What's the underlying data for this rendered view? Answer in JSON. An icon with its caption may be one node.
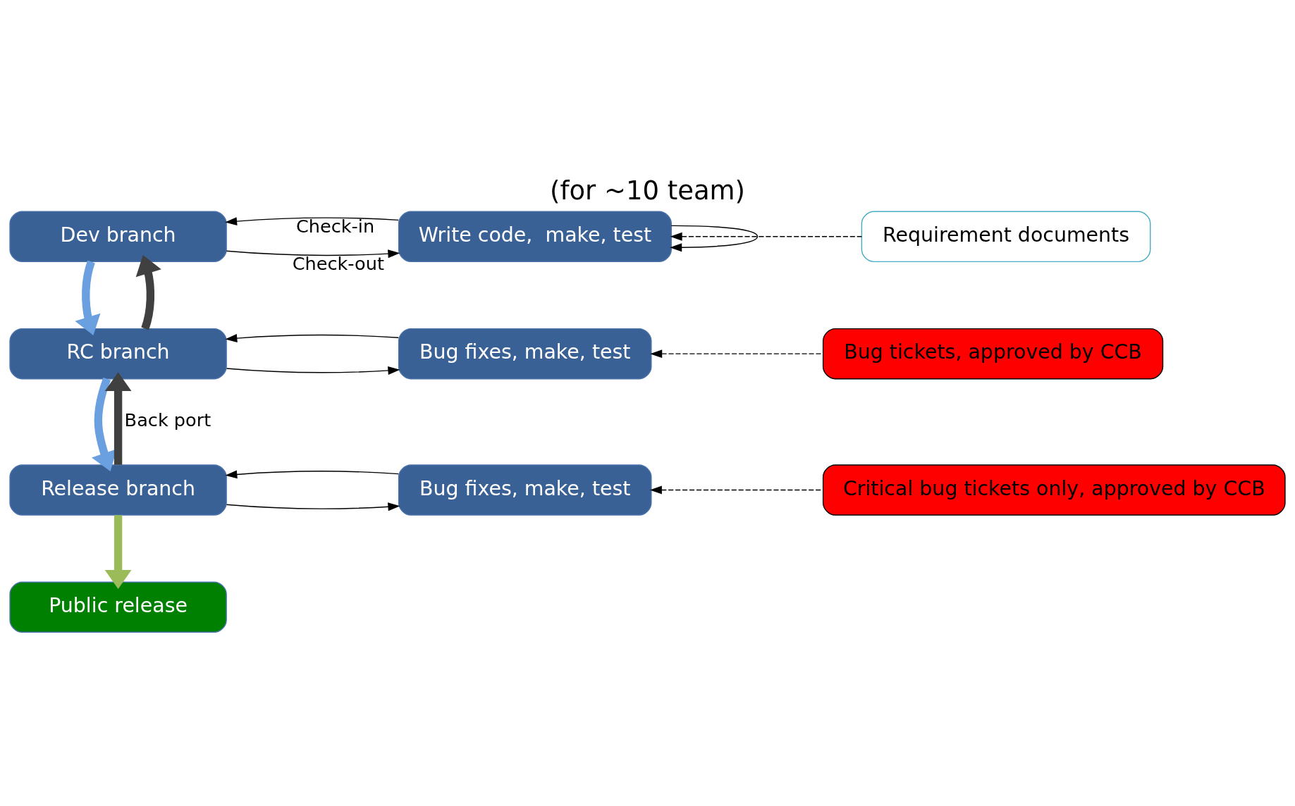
{
  "diagram": {
    "title": "(for ~10 team)",
    "nodes": [
      {
        "text": [
          "Dev branch"
        ]
      },
      {
        "text": [
          "Write code,  make, test"
        ]
      },
      {
        "text": [
          "Requirement documents"
        ]
      },
      {
        "text": [
          "RC branch"
        ]
      },
      {
        "text": [
          "Bug fixes, make, test"
        ]
      },
      {
        "text": [
          "Bug tickets, approved by CCB"
        ]
      },
      {
        "text": [
          "Release branch"
        ]
      },
      {
        "text": [
          "Bug fixes, make, test"
        ]
      },
      {
        "text": [
          "Critical bug tickets only, approved by CCB"
        ]
      },
      {
        "text": [
          "Public release"
        ]
      }
    ],
    "edges": [
      {
        "from": 0,
        "to": 1,
        "arrow": "to",
        "label": "Check-out"
      },
      {
        "from": 1,
        "to": 0,
        "arrow": "to",
        "label": "Check-in"
      },
      {
        "from": 1,
        "to": 1,
        "arrow": "to"
      },
      {
        "from": 2,
        "to": 1,
        "arrow": "to",
        "style": "dashed"
      },
      {
        "from": 0,
        "to": 3,
        "arrow": "to",
        "style": "thick",
        "color": "#6a9fe0"
      },
      {
        "from": 3,
        "to": 0,
        "arrow": "to",
        "style": "thick",
        "color": "#404040"
      },
      {
        "from": 3,
        "to": 4,
        "arrow": "to"
      },
      {
        "from": 4,
        "to": 3,
        "arrow": "to"
      },
      {
        "from": 5,
        "to": 4,
        "arrow": "to",
        "style": "dashed"
      },
      {
        "from": 3,
        "to": 6,
        "arrow": "to",
        "style": "thick",
        "color": "#6a9fe0"
      },
      {
        "from": 6,
        "to": 3,
        "arrow": "to",
        "style": "thick",
        "color": "#404040",
        "label": "Back port"
      },
      {
        "from": 6,
        "to": 7,
        "arrow": "to"
      },
      {
        "from": 7,
        "to": 6,
        "arrow": "to"
      },
      {
        "from": 8,
        "to": 7,
        "arrow": "to",
        "style": "dashed"
      },
      {
        "from": 6,
        "to": 9,
        "arrow": "to",
        "style": "thick",
        "color": "#9bbb59"
      }
    ]
  }
}
